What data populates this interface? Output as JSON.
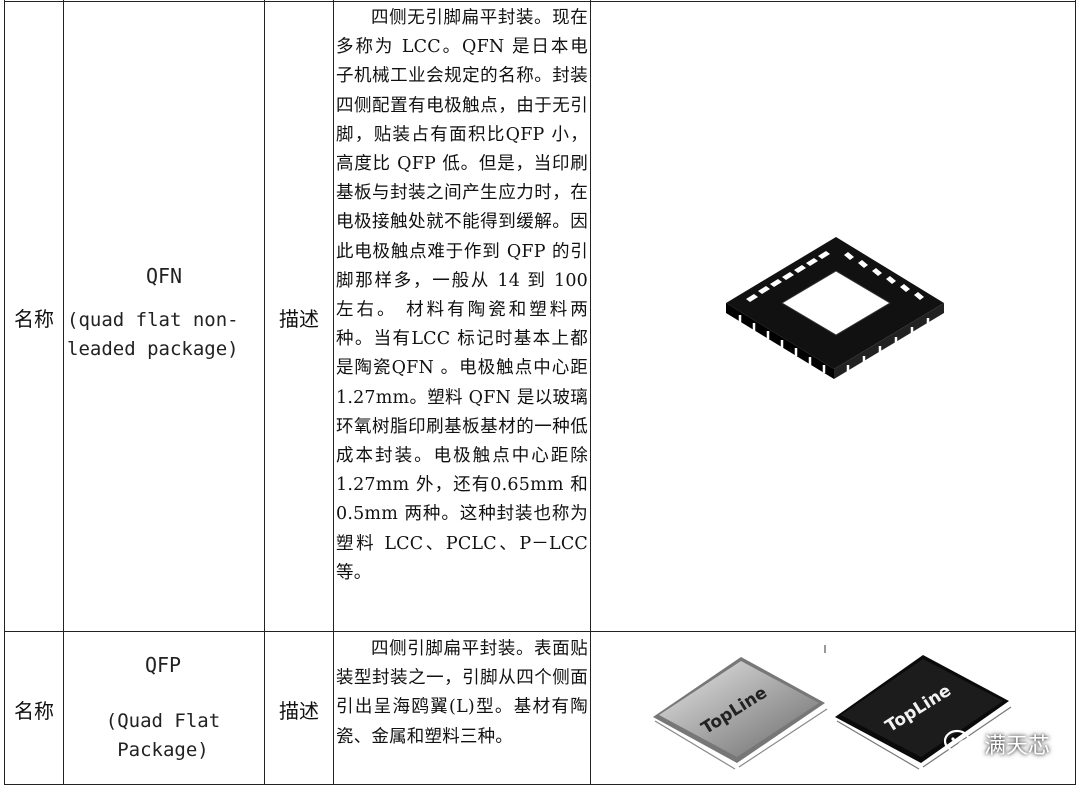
{
  "rows": [
    {
      "label": "名称",
      "name_primary": "QFN",
      "name_secondary": "(quad flat non-leaded package)",
      "name_secondary_lines": [
        "(quad flat non-",
        "leaded package)"
      ],
      "desc_label": "描述",
      "description": "四侧无引脚扁平封装。现在多称为 LCC。QFN 是日本电子机械工业会规定的名称。封装四侧配置有电极触点，由于无引脚，贴装占有面积比QFP 小，高度比 QFP 低。但是，当印刷基板与封装之间产生应力时，在电极接触处就不能得到缓解。因此电极触点难于作到 QFP 的引脚那样多，一般从 14 到 100 左右。 材料有陶瓷和塑料两种。当有LCC 标记时基本上都是陶瓷QFN 。电极触点中心距1.27mm。塑料 QFN 是以玻璃环氧树脂印刷基板基材的一种低成本封装。电极触点中心距除 1.27mm 外，还有0.65mm 和 0.5mm 两种。这种封装也称为塑料 LCC、PCLC、P－LCC 等。",
      "image_icon": "qfn-chip-icon"
    },
    {
      "label": "名称",
      "name_primary": "QFP",
      "name_secondary_lines": [
        "(Quad Flat",
        "Package)"
      ],
      "desc_label": "描述",
      "description": "四侧引脚扁平封装。表面贴装型封装之一，引脚从四个侧面引出呈海鸥翼(L)型。基材有陶瓷、金属和塑料三种。",
      "image_icon": "qfp-chip-icon",
      "chip_label_1": "TopLine",
      "chip_label_2": "TopLine"
    }
  ],
  "watermark": {
    "text": "满天芯",
    "icon": "wechat-icon"
  }
}
